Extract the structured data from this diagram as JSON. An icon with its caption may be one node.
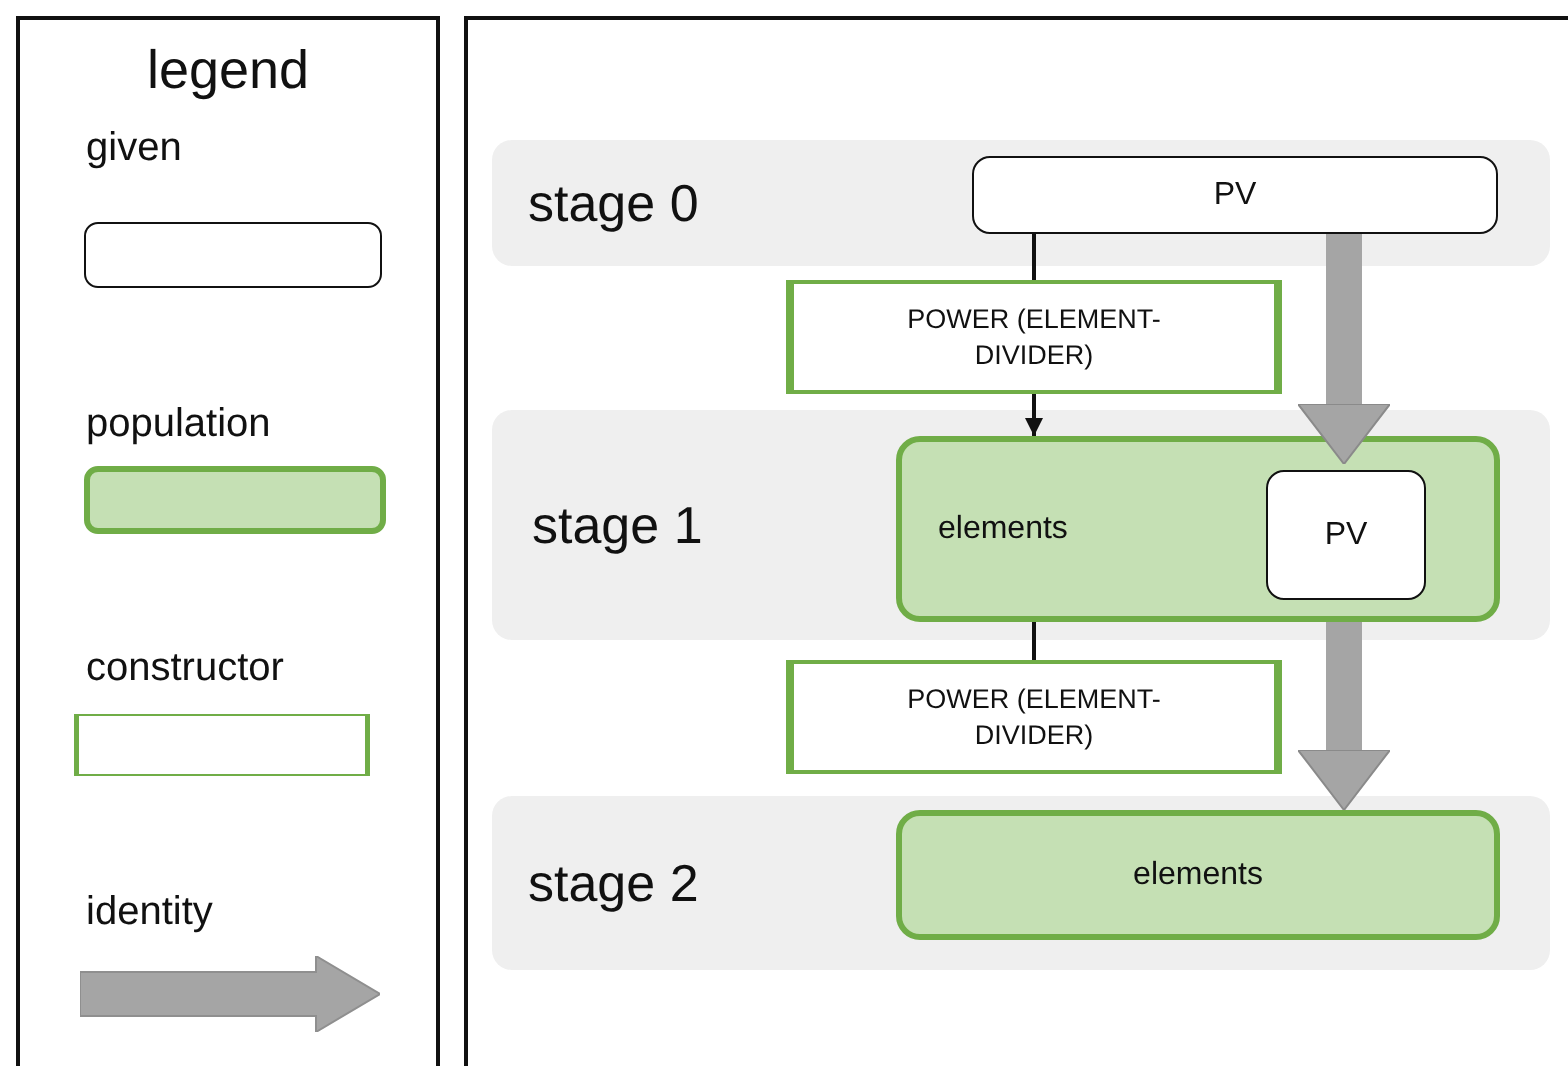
{
  "diagram": {
    "nodes": [
      {
        "text": [
          "stage 0"
        ]
      },
      {
        "text": [
          "PV"
        ],
        "in": 0
      },
      {
        "text": [
          "stage 1"
        ]
      },
      {
        "text": [
          "elements"
        ],
        "in": 2
      },
      {
        "text": [
          "PV"
        ],
        "in": 3
      },
      {
        "text": [
          "stage 2"
        ]
      },
      {
        "text": [
          "elements"
        ],
        "in": 5
      },
      {
        "text": [
          "POWER (ELEMENT-DIVIDER)"
        ]
      },
      {
        "text": [
          "POWER (ELEMENT-DIVIDER)"
        ]
      }
    ],
    "edges": [
      {
        "from": 1,
        "to": 7,
        "arrow": "none"
      },
      {
        "from": 7,
        "to": 3,
        "arrow": "to"
      },
      {
        "from": 1,
        "to": 4,
        "arrow": "to",
        "style": "thick",
        "color": "#a5a5a5"
      },
      {
        "from": 3,
        "to": 8,
        "arrow": "none"
      },
      {
        "from": 3,
        "to": 6,
        "arrow": "to",
        "style": "thick",
        "color": "#a5a5a5"
      }
    ],
    "labels": [
      "legend"
    ],
    "legend": [
      {
        "text": "given"
      },
      {
        "text": "population"
      },
      {
        "text": "constructor"
      },
      {
        "text": "identity"
      }
    ]
  }
}
